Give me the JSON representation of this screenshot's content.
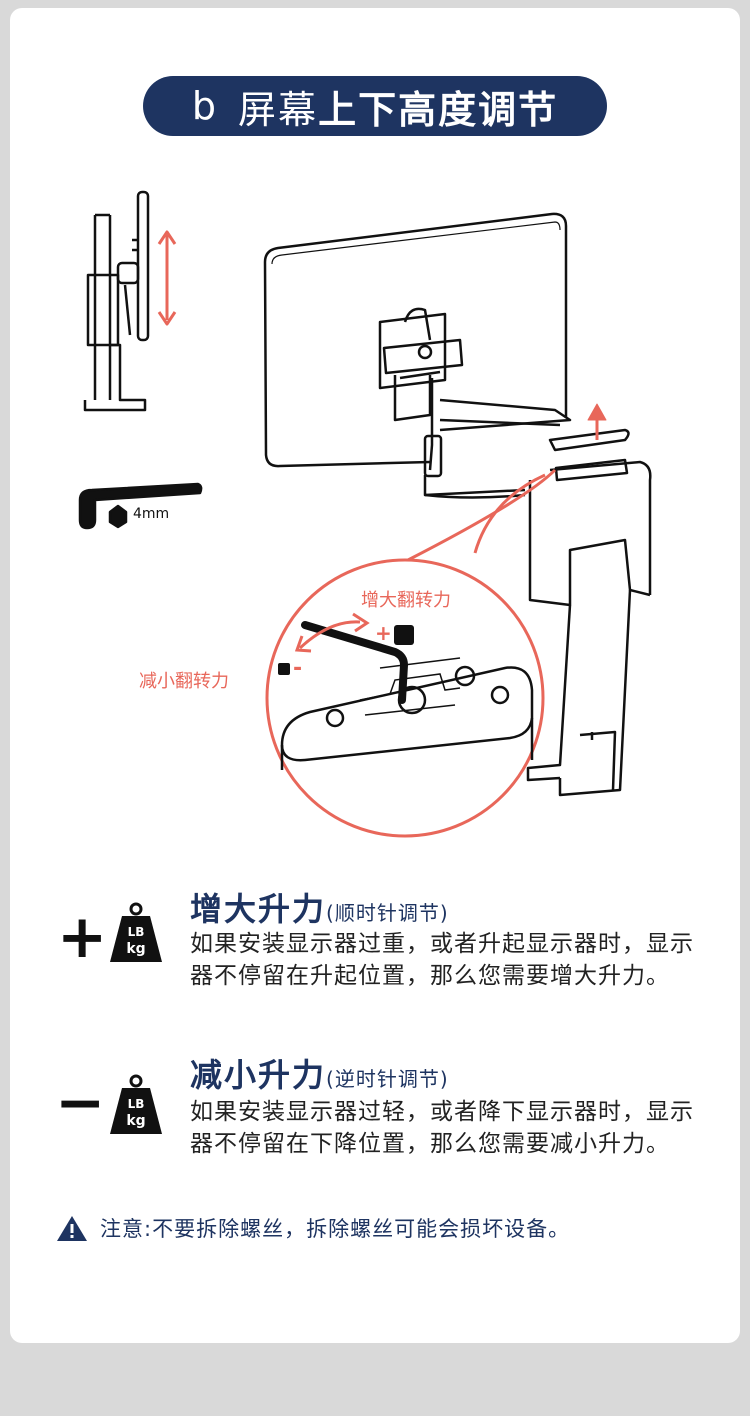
{
  "title": {
    "letter": "b",
    "part1": "屏幕",
    "part2": "上下高度调节"
  },
  "tool": {
    "size_label": "4mm"
  },
  "zoom": {
    "increase_label": "增大翻转力",
    "decrease_label": "减小翻转力",
    "plus_sign": "+",
    "minus_sign": "-"
  },
  "weight_icon": {
    "top": "LB",
    "bottom": "kg"
  },
  "sections": [
    {
      "sign": "+",
      "title": "增大升力",
      "note": "(顺时针调节)",
      "body": "如果安装显示器过重，或者升起显示器时，显示器不停留在升起位置，那么您需要增大升力。"
    },
    {
      "sign": "−",
      "title": "减小升力",
      "note": "(逆时针调节)",
      "body": "如果安装显示器过轻，或者降下显示器时，显示器不停留在下降位置，那么您需要减小升力。"
    }
  ],
  "warning": {
    "text": "注意:不要拆除螺丝，拆除螺丝可能会损坏设备。"
  },
  "colors": {
    "navy": "#1e3461",
    "accent": "#e8675a"
  }
}
